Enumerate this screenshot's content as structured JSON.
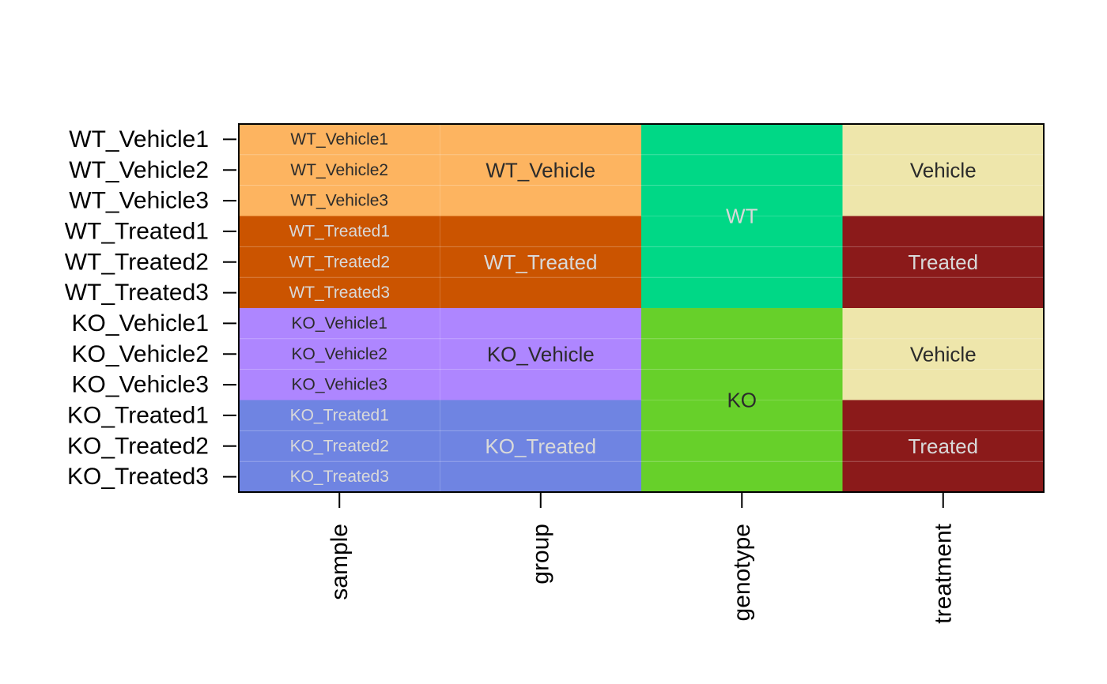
{
  "chart_data": {
    "type": "heatmap",
    "rows": [
      "WT_Vehicle1",
      "WT_Vehicle2",
      "WT_Vehicle3",
      "WT_Treated1",
      "WT_Treated2",
      "WT_Treated3",
      "KO_Vehicle1",
      "KO_Vehicle2",
      "KO_Vehicle3",
      "KO_Treated1",
      "KO_Treated2",
      "KO_Treated3"
    ],
    "columns": [
      {
        "name": "sample",
        "values": [
          "WT_Vehicle1",
          "WT_Vehicle2",
          "WT_Vehicle3",
          "WT_Treated1",
          "WT_Treated2",
          "WT_Treated3",
          "KO_Vehicle1",
          "KO_Vehicle2",
          "KO_Vehicle3",
          "KO_Treated1",
          "KO_Treated2",
          "KO_Treated3"
        ]
      },
      {
        "name": "group",
        "values": [
          "WT_Vehicle",
          "WT_Vehicle",
          "WT_Vehicle",
          "WT_Treated",
          "WT_Treated",
          "WT_Treated",
          "KO_Vehicle",
          "KO_Vehicle",
          "KO_Vehicle",
          "KO_Treated",
          "KO_Treated",
          "KO_Treated"
        ]
      },
      {
        "name": "genotype",
        "values": [
          "WT",
          "WT",
          "WT",
          "WT",
          "WT",
          "WT",
          "KO",
          "KO",
          "KO",
          "KO",
          "KO",
          "KO"
        ]
      },
      {
        "name": "treatment",
        "values": [
          "Vehicle",
          "Vehicle",
          "Vehicle",
          "Treated",
          "Treated",
          "Treated",
          "Vehicle",
          "Vehicle",
          "Vehicle",
          "Treated",
          "Treated",
          "Treated"
        ]
      }
    ],
    "colors": {
      "WT_Vehicle": "#FDB460",
      "WT_Treated": "#CB5400",
      "KO_Vehicle": "#AE86FF",
      "KO_Treated": "#6F84E2",
      "WT": "#00D886",
      "KO": "#67D02A",
      "Vehicle": "#EEE6AB",
      "Treated": "#8B1A1A"
    },
    "title": "",
    "xlabel": "",
    "ylabel": ""
  }
}
